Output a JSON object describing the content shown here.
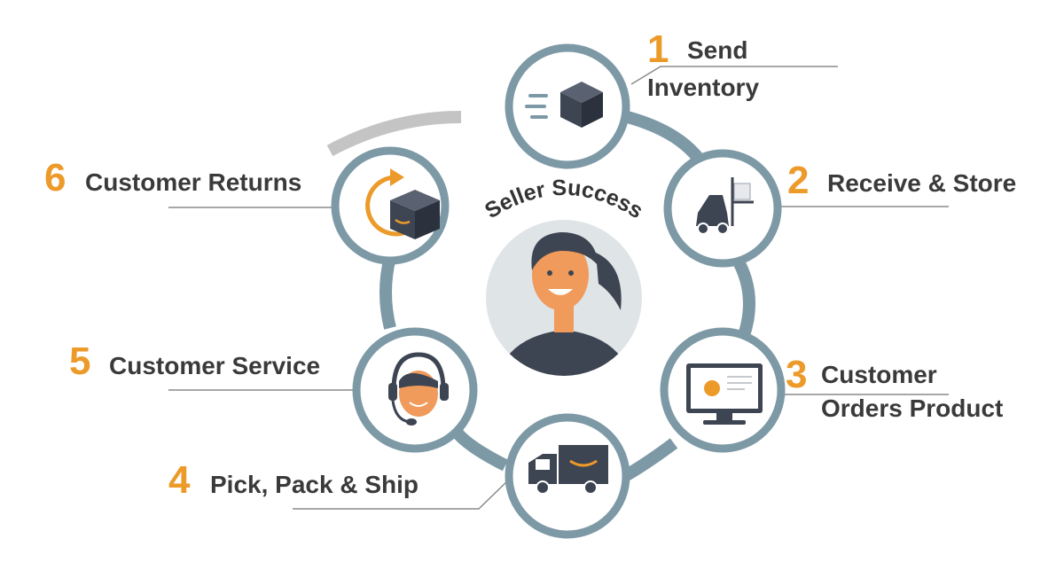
{
  "center": {
    "title": "Seller Success"
  },
  "steps": [
    {
      "number": "1",
      "line1": "Send",
      "line2": "Inventory",
      "icon": "box-icon"
    },
    {
      "number": "2",
      "line1": "Receive & Store",
      "icon": "forklift-icon"
    },
    {
      "number": "3",
      "line1": "Customer",
      "line2": "Orders Product",
      "icon": "monitor-icon"
    },
    {
      "number": "4",
      "line1": "Pick, Pack & Ship",
      "icon": "delivery-truck-icon"
    },
    {
      "number": "5",
      "line1": "Customer Service",
      "icon": "headset-agent-icon"
    },
    {
      "number": "6",
      "line1": "Customer Returns",
      "icon": "return-box-icon"
    }
  ],
  "colors": {
    "accent": "#ec9a2a",
    "ring": "#7d99a6",
    "ring_return": "#c4c4c4",
    "circle_border": "#7d99a6",
    "icon_dark": "#3d4452",
    "text": "#3a3a3a",
    "leader": "#8a8a8a"
  }
}
